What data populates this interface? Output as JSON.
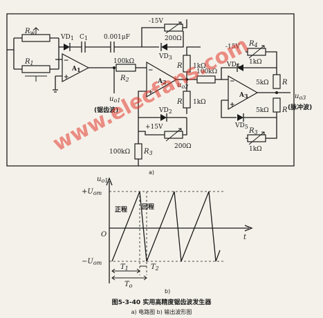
{
  "circuit": {
    "labels": {
      "rw": "R",
      "rw_sub": "w",
      "r1": "R",
      "r1_sub": "1",
      "vd1": "VD",
      "vd1_sub": "1",
      "c1": "C",
      "c1_sub": "1",
      "cap2": "0.001μF",
      "v15_top": "-15V",
      "pot_top": "200Ω",
      "vd3": "VD",
      "vd3_sub": "3",
      "a1": "A",
      "a1_sub": "1",
      "r100k_a": "100kΩ",
      "r2": "R",
      "r2_sub": "2",
      "uo1": "u",
      "uo1_sub": "o1",
      "sawtooth": "(锯齿波)",
      "r_top": "R",
      "r_top_val": "1kΩ",
      "a2": "A",
      "a2_sub": "2",
      "uo2": "u",
      "uo2_sub": "o2",
      "r100k_b": "100kΩ",
      "r_bot": "R",
      "r_bot_val": "1kΩ",
      "vd2": "VD",
      "vd2_sub": "2",
      "v15_plus": "+15V",
      "r100k_c": "100kΩ",
      "r3": "R",
      "r3_sub": "3",
      "pot_bot": "200Ω",
      "v15_right": "-15V",
      "r4": "R",
      "r4_sub": "4",
      "r4_val": "1kΩ",
      "vd4": "VD",
      "vd4_sub": "4",
      "r5k_top": "5kΩ",
      "r_out_top": "R",
      "a3": "A",
      "a3_sub": "3",
      "uo3": "u",
      "uo3_sub": "o3",
      "pulse": "(脉冲波)",
      "r5k_bot": "5kΩ",
      "r_out_bot": "R",
      "vd5": "VD",
      "vd5_sub": "5",
      "r_right3": "R",
      "r_right3_sub": "3",
      "r_right3_val": "1kΩ",
      "minus": "−",
      "plus": "+",
      "fig_a": "a)"
    },
    "watermark": "www.elecfans.com",
    "watermark_color": "#e23a2e"
  },
  "waveform": {
    "labels": {
      "uo1": "u",
      "uo1_sub": "o1",
      "plus_uom": "+U",
      "plus_uom_sub": "om",
      "minus_uom": "−U",
      "minus_uom_sub": "om",
      "forward": "正程",
      "return": "回程",
      "o": "O",
      "t": "t",
      "t1": "T",
      "t1_sub": "1",
      "t2": "T",
      "t2_sub": "2",
      "to": "T",
      "to_sub": "o",
      "fig_b": "b)"
    }
  },
  "caption": {
    "title": "图5-3-40  实用高精度锯齿波发生器",
    "sub": "a) 电路图    b) 输出波形图"
  }
}
